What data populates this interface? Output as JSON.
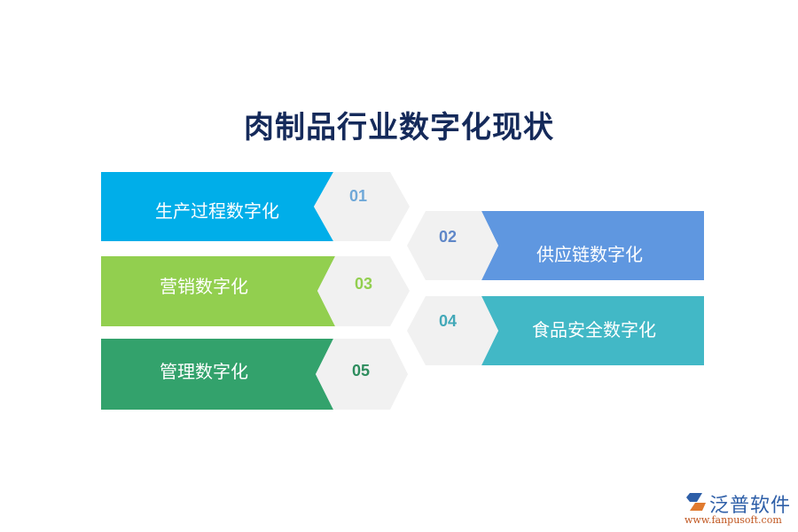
{
  "title": "肉制品行业数字化现状",
  "items": [
    {
      "num": "01",
      "label": "生产过程数字化",
      "color": "#00aee9",
      "num_color": "#6fa8d8"
    },
    {
      "num": "02",
      "label": "供应链数字化",
      "color": "#5f97e0",
      "num_color": "#5f87c8"
    },
    {
      "num": "03",
      "label": "营销数字化",
      "color": "#92cf4f",
      "num_color": "#92cf4f"
    },
    {
      "num": "04",
      "label": "食品安全数字化",
      "color": "#42b8c6",
      "num_color": "#42a8b8"
    },
    {
      "num": "05",
      "label": "管理数字化",
      "color": "#33a26c",
      "num_color": "#2e8d5e"
    }
  ],
  "hex_color": "#f1f1f1",
  "logo": {
    "brand": "泛普软件",
    "url": "www.fanpusoft.com"
  }
}
